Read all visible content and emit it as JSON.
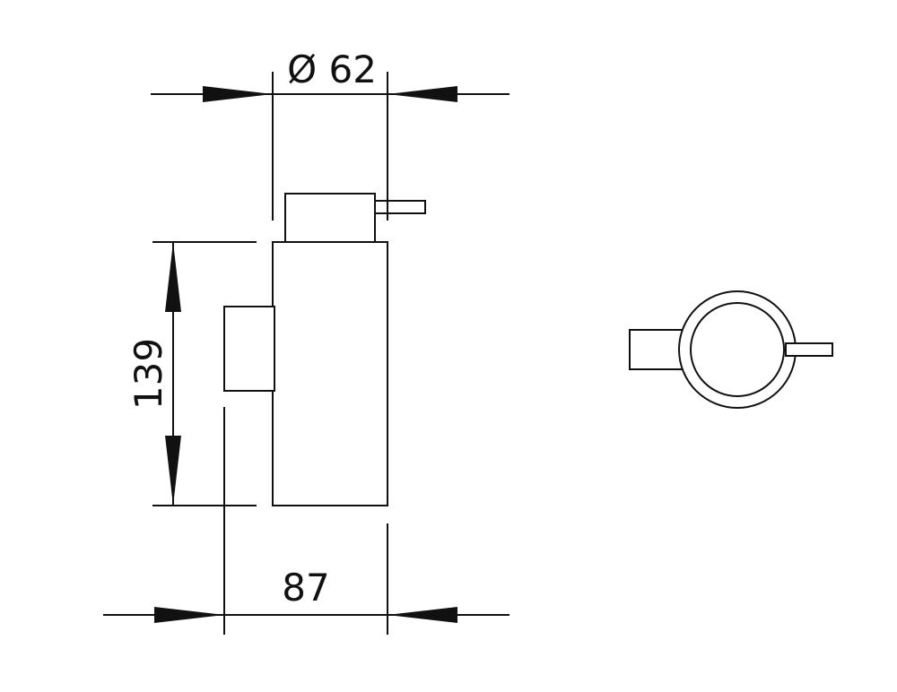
{
  "dimensions": {
    "diameter_label": "Ø 62",
    "height_label": "139",
    "width_label": "87"
  },
  "colors": {
    "line": "#111111",
    "background": "#ffffff"
  }
}
